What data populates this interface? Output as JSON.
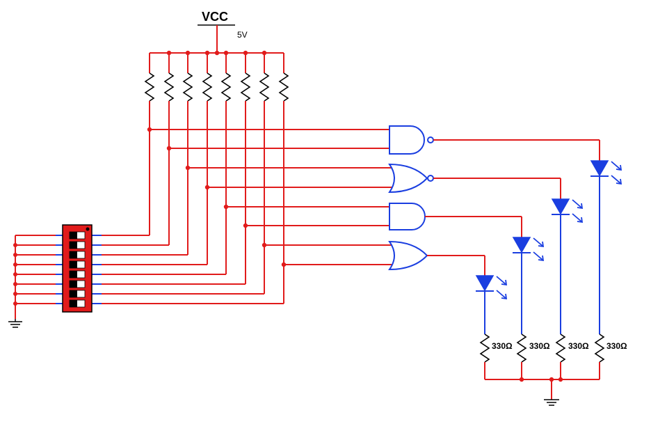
{
  "supply": {
    "name": "VCC",
    "voltage": "5V"
  },
  "load_resistors": [
    "330Ω",
    "330Ω",
    "330Ω",
    "330Ω"
  ],
  "gates": [
    "NAND",
    "NOR",
    "AND",
    "OR"
  ],
  "colors": {
    "wire": "#e11b1b",
    "component": "#1a3ee0",
    "dipswitch": "#e11b1b"
  },
  "dipswitch_positions": 8
}
